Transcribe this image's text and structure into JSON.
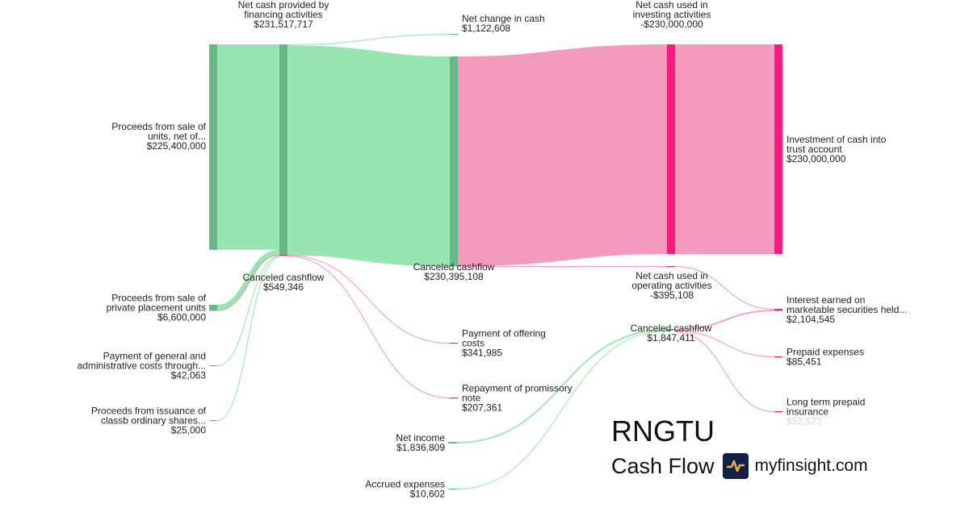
{
  "brand": {
    "ticker": "RNGTU",
    "subtitle": "Cash Flow",
    "site": "myfinsight.com",
    "logo_icon": "pulse-chart-icon"
  },
  "chart_data": {
    "type": "sankey",
    "title": "RNGTU Cash Flow",
    "colors": {
      "inflow_node": "#66b884",
      "inflow_link": "#98e5b2",
      "outflow_node": "#f71b7f",
      "outflow_link": "#f39abd"
    },
    "nodes": [
      {
        "id": "proceeds_units",
        "label": [
          "Proceeds from sale of",
          "units, net of..."
        ],
        "value_label": "$225,400,000",
        "value": 225400000,
        "side": "left",
        "kind": "inflow"
      },
      {
        "id": "proceeds_private",
        "label": [
          "Proceeds from sale of",
          "private placement units"
        ],
        "value_label": "$6,600,000",
        "value": 6600000,
        "side": "left",
        "kind": "inflow"
      },
      {
        "id": "payment_ga",
        "label": [
          "Payment of general and",
          "administrative costs through..."
        ],
        "value_label": "$42,063",
        "value": 42063,
        "side": "left",
        "kind": "inflow"
      },
      {
        "id": "proceeds_classb",
        "label": [
          "Proceeds from issuance of",
          "classb ordinary shares..."
        ],
        "value_label": "$25,000",
        "value": 25000,
        "side": "left",
        "kind": "inflow"
      },
      {
        "id": "financing",
        "label": [
          "Net cash provided by",
          "financing activities"
        ],
        "value_label": "$231,517,717",
        "value": 231517717,
        "side": "top",
        "kind": "inflow"
      },
      {
        "id": "canceled_549",
        "label": [
          "Canceled cashflow"
        ],
        "value_label": "$549,346",
        "value": 549346,
        "side": "below",
        "kind": "outflow"
      },
      {
        "id": "net_change",
        "label": [
          "Net change in cash"
        ],
        "value_label": "$1,122,608",
        "value": 1122608,
        "side": "right",
        "kind": "inflow"
      },
      {
        "id": "canceled_230m",
        "label": [
          "Canceled cashflow"
        ],
        "value_label": "$230,395,108",
        "value": 230395108,
        "side": "below",
        "kind": "inflow"
      },
      {
        "id": "offering_costs",
        "label": [
          "Payment of offering",
          "costs"
        ],
        "value_label": "$341,985",
        "value": 341985,
        "side": "right",
        "kind": "outflow"
      },
      {
        "id": "promissory",
        "label": [
          "Repayment of promissory",
          "note"
        ],
        "value_label": "$207,361",
        "value": 207361,
        "side": "right",
        "kind": "outflow"
      },
      {
        "id": "net_income",
        "label": [
          "Net income"
        ],
        "value_label": "$1,836,809",
        "value": 1836809,
        "side": "left",
        "kind": "inflow"
      },
      {
        "id": "accrued",
        "label": [
          "Accrued expenses"
        ],
        "value_label": "$10,602",
        "value": 10602,
        "side": "left",
        "kind": "inflow"
      },
      {
        "id": "investing",
        "label": [
          "Net cash used in",
          "investing activities"
        ],
        "value_label": "-$230,000,000",
        "value": -230000000,
        "side": "top",
        "kind": "outflow"
      },
      {
        "id": "operating",
        "label": [
          "Net cash used in",
          "operating activities"
        ],
        "value_label": "-$395,108",
        "value": -395108,
        "side": "top",
        "kind": "outflow"
      },
      {
        "id": "canceled_1847",
        "label": [
          "Canceled cashflow"
        ],
        "value_label": "$1,847,411",
        "value": 1847411,
        "side": "top",
        "kind": "inflow"
      },
      {
        "id": "trust",
        "label": [
          "Investment of cash into",
          "trust account"
        ],
        "value_label": "$230,000,000",
        "value": 230000000,
        "side": "right",
        "kind": "outflow"
      },
      {
        "id": "interest",
        "label": [
          "Interest earned on",
          "marketable securities held..."
        ],
        "value_label": "$2,104,545",
        "value": 2104545,
        "side": "right",
        "kind": "outflow"
      },
      {
        "id": "prepaid",
        "label": [
          "Prepaid expenses"
        ],
        "value_label": "$85,451",
        "value": 85451,
        "side": "right",
        "kind": "outflow"
      },
      {
        "id": "lt_prepaid",
        "label": [
          "Long term prepaid",
          "insurance"
        ],
        "value_label": "$52,523",
        "value": 52523,
        "side": "right",
        "kind": "outflow",
        "faded": true
      }
    ],
    "links": [
      {
        "source": "proceeds_units",
        "target": "financing",
        "value": 225400000,
        "kind": "inflow"
      },
      {
        "source": "proceeds_private",
        "target": "financing",
        "value": 6117717,
        "kind": "inflow"
      },
      {
        "source": "proceeds_private",
        "target": "canceled_549",
        "value": 482283,
        "kind": "outflow"
      },
      {
        "source": "payment_ga",
        "target": "canceled_549",
        "value": 42063,
        "kind": "inflow"
      },
      {
        "source": "proceeds_classb",
        "target": "canceled_549",
        "value": 25000,
        "kind": "inflow"
      },
      {
        "source": "financing",
        "target": "net_change",
        "value": 1122608,
        "kind": "inflow"
      },
      {
        "source": "financing",
        "target": "canceled_230m",
        "value": 230395108,
        "kind": "inflow"
      },
      {
        "source": "canceled_549",
        "target": "offering_costs",
        "value": 341985,
        "kind": "outflow"
      },
      {
        "source": "canceled_549",
        "target": "promissory",
        "value": 207361,
        "kind": "outflow"
      },
      {
        "source": "canceled_230m",
        "target": "investing",
        "value": 230000000,
        "kind": "outflow"
      },
      {
        "source": "canceled_230m",
        "target": "operating",
        "value": 395108,
        "kind": "outflow"
      },
      {
        "source": "investing",
        "target": "trust",
        "value": 230000000,
        "kind": "outflow"
      },
      {
        "source": "operating",
        "target": "interest",
        "value": 395108,
        "kind": "outflow"
      },
      {
        "source": "net_income",
        "target": "canceled_1847",
        "value": 1836809,
        "kind": "inflow"
      },
      {
        "source": "accrued",
        "target": "canceled_1847",
        "value": 10602,
        "kind": "inflow"
      },
      {
        "source": "canceled_1847",
        "target": "interest",
        "value": 1709437,
        "kind": "outflow"
      },
      {
        "source": "canceled_1847",
        "target": "prepaid",
        "value": 85451,
        "kind": "outflow"
      },
      {
        "source": "canceled_1847",
        "target": "lt_prepaid",
        "value": 52523,
        "kind": "outflow"
      }
    ]
  }
}
